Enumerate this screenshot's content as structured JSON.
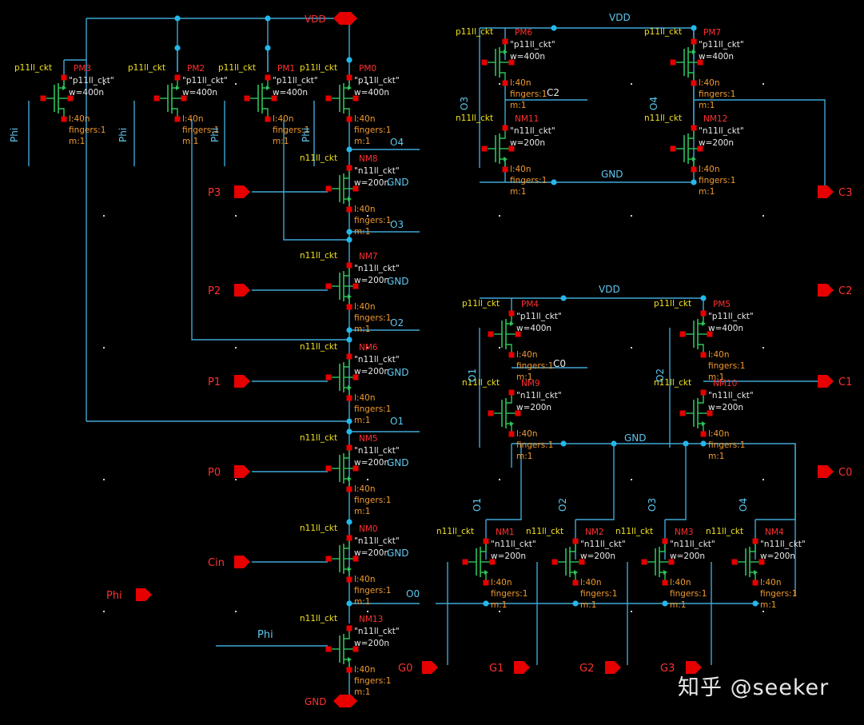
{
  "colors": {
    "background": "#000000",
    "wire": "#3fa7d6",
    "dot": "#25b7ea",
    "device": "#2ec45a",
    "pin": "#e60000",
    "label_cyan": "#5ec8f0",
    "label_yellow": "#f0e020",
    "label_orange": "#f09a30",
    "label_red": "#ff3030",
    "label_white": "#e8e8e8",
    "watermark": "#e8e8e8"
  },
  "texts": {
    "vdd": "VDD",
    "gnd": "GND",
    "phi": "Phi",
    "p3": "P3",
    "p2": "P2",
    "p1": "P1",
    "p0": "P0",
    "cin": "Cin",
    "c0": "C0",
    "c1": "C1",
    "c2": "C2",
    "c3": "C3",
    "g0": "G0",
    "g1": "G1",
    "g2": "G2",
    "g3": "G3",
    "o0": "O0",
    "o1": "O1",
    "o2": "O2",
    "o3": "O3",
    "o4": "O4",
    "watermark": "知乎 @seeker"
  },
  "devices": [
    {
      "name": "PM3",
      "lib": "p11ll_ckt",
      "cell": "\"p11ll_ckt\"",
      "w": "w=400n",
      "l": "l:40n",
      "fingers": "fingers:1",
      "m": "m:1"
    },
    {
      "name": "PM2",
      "lib": "p11ll_ckt",
      "cell": "\"p11ll_ckt\"",
      "w": "w=400n",
      "l": "l:40n",
      "fingers": "fingers:1",
      "m": "m:1"
    },
    {
      "name": "PM1",
      "lib": "p11ll_ckt",
      "cell": "\"p11ll_ckt\"",
      "w": "w=400n",
      "l": "l:40n",
      "fingers": "fingers:1",
      "m": "m:1"
    },
    {
      "name": "PM0",
      "lib": "p11ll_ckt",
      "cell": "\"p11ll_ckt\"",
      "w": "w=400n",
      "l": "l:40n",
      "fingers": "fingers:1",
      "m": "m:1"
    },
    {
      "name": "NM8",
      "lib": "n11ll_ckt",
      "cell": "\"n11ll_ckt\"",
      "w": "w=200n",
      "l": "l:40n",
      "fingers": "fingers:1",
      "m": "m:1"
    },
    {
      "name": "NM7",
      "lib": "n11ll_ckt",
      "cell": "\"n11ll_ckt\"",
      "w": "w=200n",
      "l": "l:40n",
      "fingers": "fingers:1",
      "m": "m:1"
    },
    {
      "name": "NM6",
      "lib": "n11ll_ckt",
      "cell": "\"n11ll_ckt\"",
      "w": "w=200n",
      "l": "l:40n",
      "fingers": "fingers:1",
      "m": "m:1"
    },
    {
      "name": "NM5",
      "lib": "n11ll_ckt",
      "cell": "\"n11ll_ckt\"",
      "w": "w=200n",
      "l": "l:40n",
      "fingers": "fingers:1",
      "m": "m:1"
    },
    {
      "name": "NM0",
      "lib": "n11ll_ckt",
      "cell": "\"n11ll_ckt\"",
      "w": "w=200n",
      "l": "l:40n",
      "fingers": "fingers:1",
      "m": "m:1"
    },
    {
      "name": "NM13",
      "lib": "n11ll_ckt",
      "cell": "\"n11ll_ckt\"",
      "w": "w=200n",
      "l": "l:40n",
      "fingers": "fingers:1",
      "m": "m:1"
    },
    {
      "name": "PM6",
      "lib": "p11ll_ckt",
      "cell": "\"p11ll_ckt\"",
      "w": "w=400n",
      "l": "l:40n",
      "fingers": "fingers:1",
      "m": "m:1"
    },
    {
      "name": "PM7",
      "lib": "p11ll_ckt",
      "cell": "\"p11ll_ckt\"",
      "w": "w=400n",
      "l": "l:40n",
      "fingers": "fingers:1",
      "m": "m:1"
    },
    {
      "name": "NM11",
      "lib": "n11ll_ckt",
      "cell": "\"n11ll_ckt\"",
      "w": "w=200n",
      "l": "l:40n",
      "fingers": "fingers:1",
      "m": "m:1"
    },
    {
      "name": "NM12",
      "lib": "n11ll_ckt",
      "cell": "\"n11ll_ckt\"",
      "w": "w=200n",
      "l": "l:40n",
      "fingers": "fingers:1",
      "m": "m:1"
    },
    {
      "name": "PM4",
      "lib": "p11ll_ckt",
      "cell": "\"p11ll_ckt\"",
      "w": "w=400n",
      "l": "l:40n",
      "fingers": "fingers:1",
      "m": "m:1"
    },
    {
      "name": "PM5",
      "lib": "p11ll_ckt",
      "cell": "\"p11ll_ckt\"",
      "w": "w=400n",
      "l": "l:40n",
      "fingers": "fingers:1",
      "m": "m:1"
    },
    {
      "name": "NM9",
      "lib": "n11ll_ckt",
      "cell": "\"n11ll_ckt\"",
      "w": "w=200n",
      "l": "l:40n",
      "fingers": "fingers:1",
      "m": "m:1"
    },
    {
      "name": "NM10",
      "lib": "n11ll_ckt",
      "cell": "\"n11ll_ckt\"",
      "w": "w=200n",
      "l": "l:40n",
      "fingers": "fingers:1",
      "m": "m:1"
    },
    {
      "name": "NM1",
      "lib": "n11ll_ckt",
      "cell": "\"n11ll_ckt\"",
      "w": "w=200n",
      "l": "l:40n",
      "fingers": "fingers:1",
      "m": "m:1"
    },
    {
      "name": "NM2",
      "lib": "n11ll_ckt",
      "cell": "\"n11ll_ckt\"",
      "w": "w=200n",
      "l": "l:40n",
      "fingers": "fingers:1",
      "m": "m:1"
    },
    {
      "name": "NM3",
      "lib": "n11ll_ckt",
      "cell": "\"n11ll_ckt\"",
      "w": "w=200n",
      "l": "l:40n",
      "fingers": "fingers:1",
      "m": "m:1"
    },
    {
      "name": "NM4",
      "lib": "n11ll_ckt",
      "cell": "\"n11ll_ckt\"",
      "w": "w=200n",
      "l": "l:40n",
      "fingers": "fingers:1",
      "m": "m:1"
    }
  ]
}
